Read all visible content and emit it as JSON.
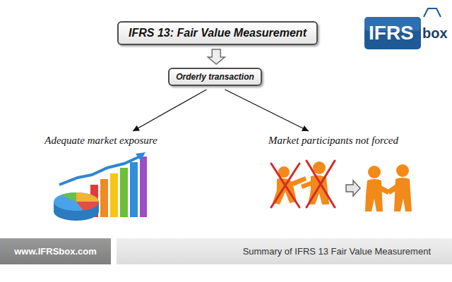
{
  "diagram": {
    "nodes": [
      {
        "text": [
          "IFRS 13: Fair Value Measurement"
        ]
      },
      {
        "text": [
          "Orderly transaction"
        ]
      },
      {
        "text": [
          "Adequate market exposure"
        ]
      },
      {
        "text": [
          "Market participants not forced"
        ]
      },
      {
        "text": [
          "www.IFRSbox.com"
        ]
      },
      {
        "text": [
          "Summary of IFRS 13 Fair Value Measurement"
        ]
      }
    ],
    "edges": [
      {
        "from": 0,
        "to": 1,
        "arrow": "to"
      },
      {
        "from": 1,
        "to": 2,
        "arrow": "to"
      },
      {
        "from": 1,
        "to": 3,
        "arrow": "to"
      }
    ],
    "labels": [
      "IFRS",
      "box"
    ]
  }
}
